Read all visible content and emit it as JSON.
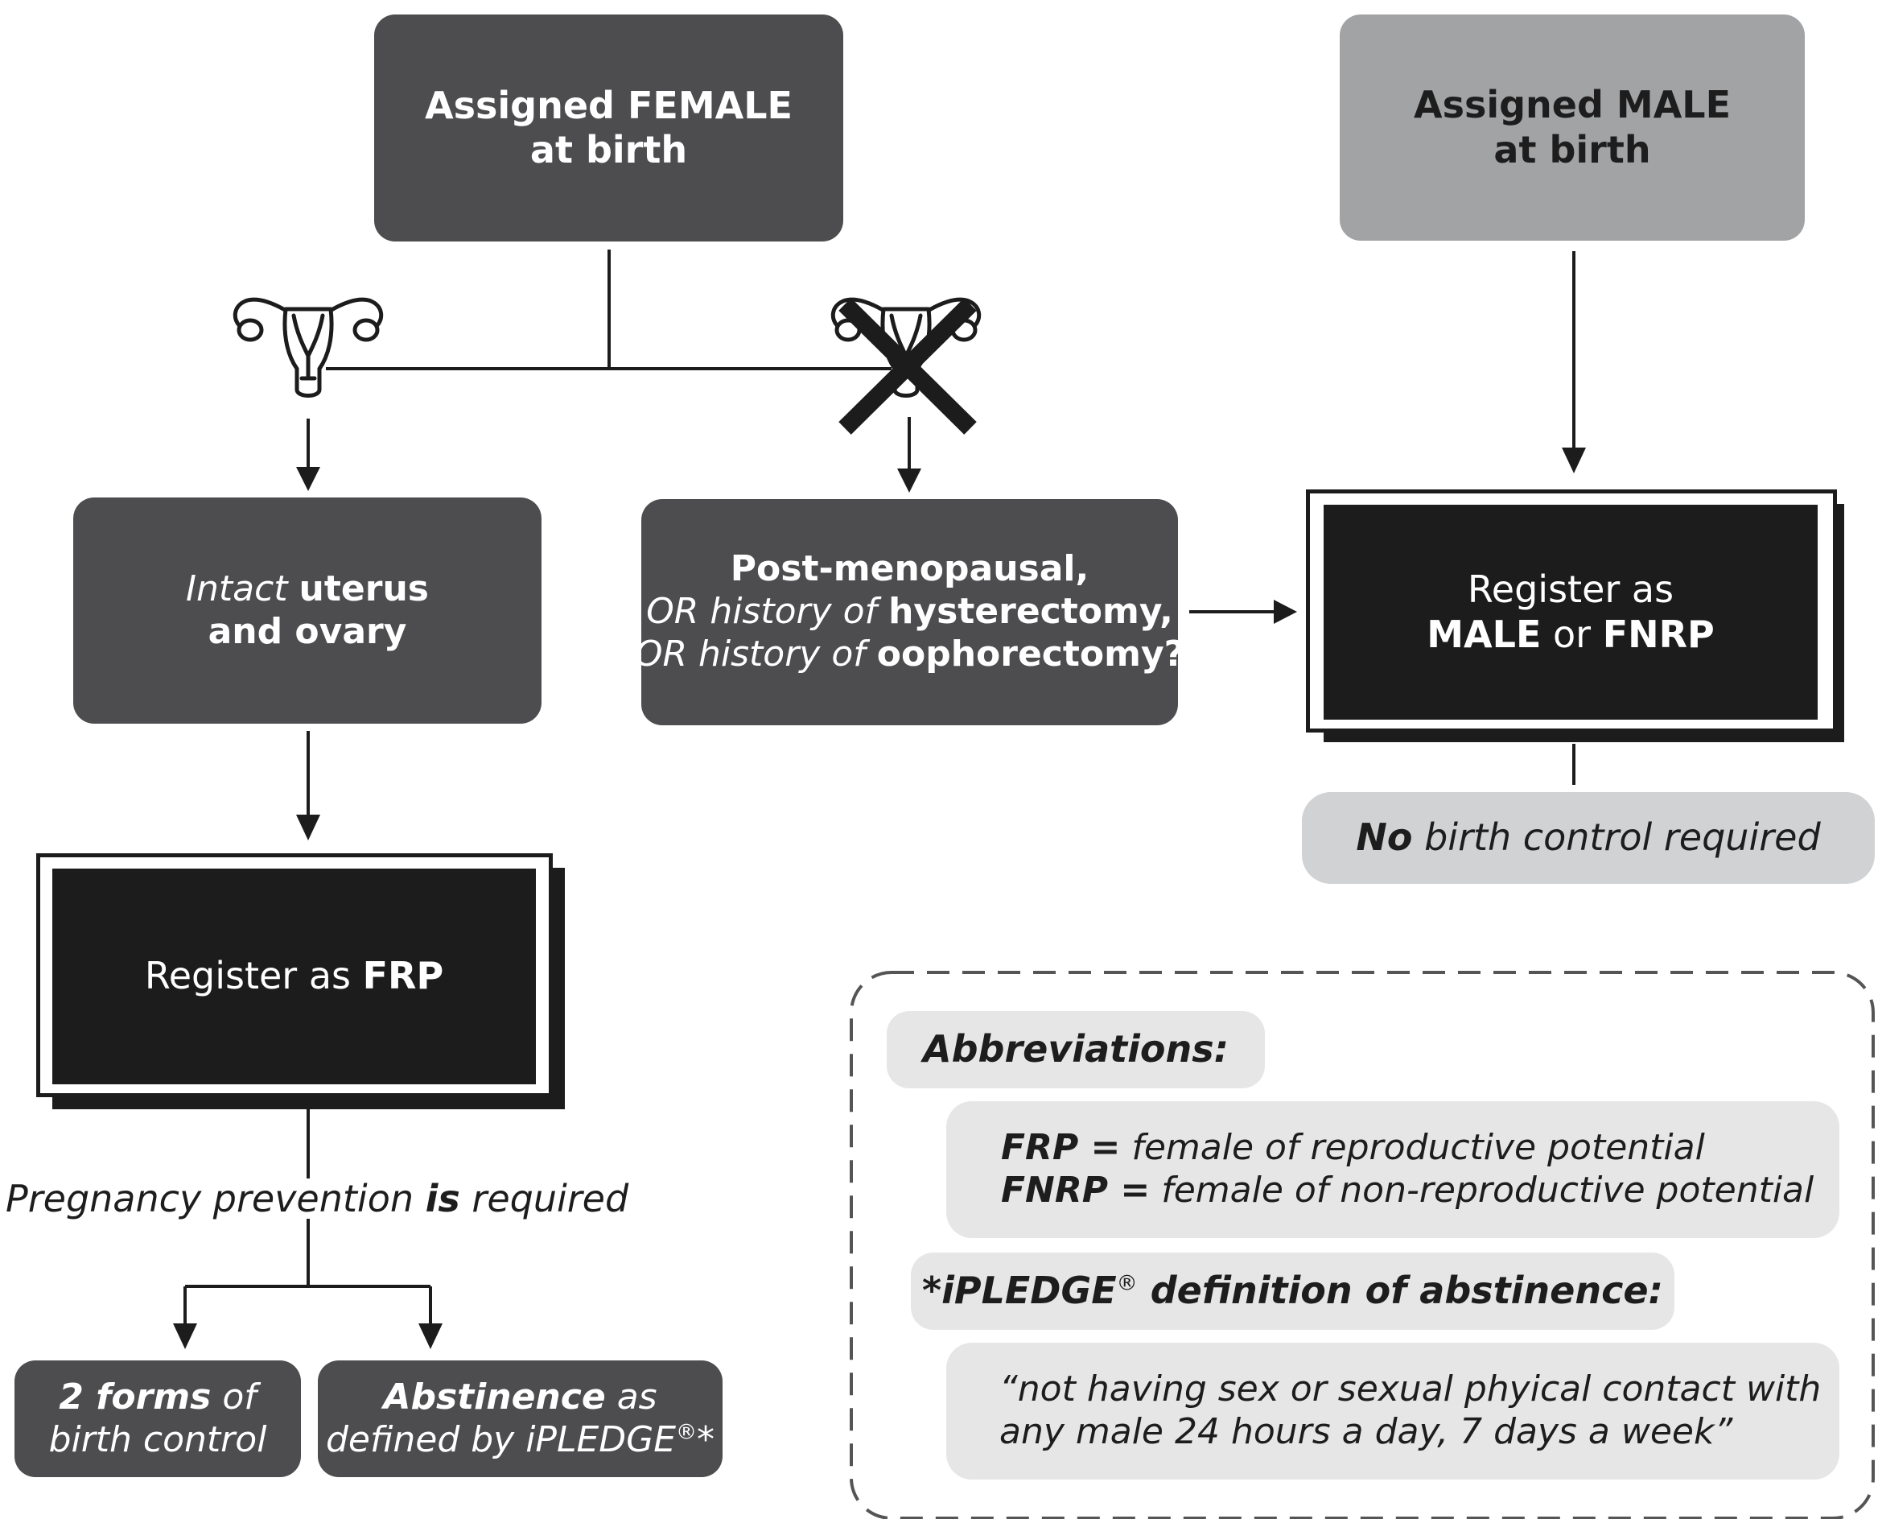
{
  "nodes": {
    "female": {
      "line1": "Assigned FEMALE",
      "line2": "at birth"
    },
    "male": {
      "line1": "Assigned MALE",
      "line2": "at birth"
    },
    "intact": {
      "italic": "Intact",
      "bold1": "uterus",
      "line2": "and ovary"
    },
    "postmeno": {
      "line1": "Post-menopausal,",
      "line2_italic": "OR history of",
      "line2_bold": "hysterectomy,",
      "line3_italic": "OR history of",
      "line3_bold": "oophorectomy?"
    },
    "register_male": {
      "line1": "Register as",
      "bold_a": "MALE",
      "word_or": "or",
      "bold_b": "FNRP"
    },
    "no_bc": {
      "bold": "No",
      "italic": "birth control required"
    },
    "register_frp": {
      "text": "Register as",
      "bold": "FRP"
    },
    "pregnancy": {
      "italic1": "Pregnancy prevention",
      "bold_italic": "is",
      "italic2": "required"
    },
    "two_forms": {
      "bold_italic": "2 forms",
      "italic1": "of",
      "line2": "birth control"
    },
    "abstinence": {
      "bold_italic": "Abstinence",
      "italic1": "as",
      "line2": "defined by iPLEDGE",
      "sup": "®",
      "star": "*"
    }
  },
  "legend": {
    "abbrev_title": "Abbreviations:",
    "frp_key": "FRP =",
    "frp_def": "female of reproductive potential",
    "fnrp_key": "FNRP =",
    "fnrp_def": "female of non-reproductive potential",
    "abst_title_a": "*iPLEDGE",
    "abst_title_sup": "®",
    "abst_title_b": "definition of abstinence:",
    "quote_line1": "“not having sex or sexual phyical contact with",
    "quote_line2": "any male 24 hours a day, 7 days a week”"
  },
  "icons": [
    "uterus-icon",
    "uterus-crossed-icon"
  ],
  "colors": {
    "dark_box": "#4d4d4f",
    "grey_box": "#a2a3a5",
    "black_box": "#1c1c1c",
    "light_box": "#d1d2d3",
    "pale_box": "#e6e6e7"
  }
}
